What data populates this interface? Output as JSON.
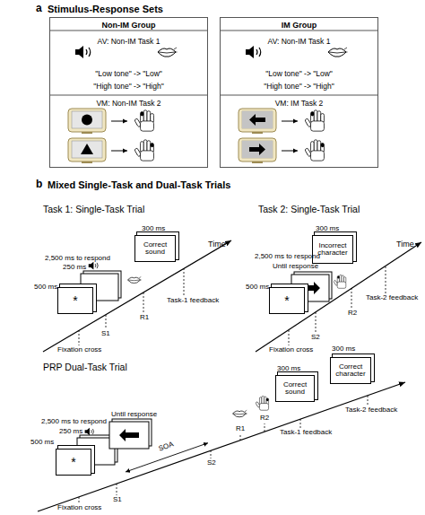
{
  "diagram": {
    "nodes": [
      {
        "text": [
          "Non-IM Group",
          "AV: Non-IM Task 1",
          "\"Low tone\" -> \"Low\"",
          "\"High tone\" -> \"High\"",
          "VM: Non-IM Task 2"
        ]
      },
      {
        "text": [
          "IM Group",
          "AV: Non-IM Task 1",
          "\"Low tone\" -> \"Low\"",
          "\"High tone\" -> \"High\"",
          "VM: IM Task 2"
        ]
      },
      {
        "text": [
          "*"
        ]
      },
      {
        "text": [
          "Correct sound"
        ]
      },
      {
        "text": [
          "*"
        ]
      },
      {
        "text": [
          "Incorrect character"
        ]
      },
      {
        "text": [
          "*"
        ]
      },
      {
        "text": [
          "Correct sound"
        ]
      },
      {
        "text": [
          "Correct character"
        ]
      }
    ],
    "labels": [
      "a",
      "Stimulus-Response Sets",
      "b",
      "Mixed Single-Task and Dual-Task Trials",
      "Task 1: Single-Task Trial",
      "2,500 ms to respond",
      "250 ms",
      "500 ms",
      "300 ms",
      "Time",
      "S1",
      "R1",
      "Task-1 feedback",
      "Fixation cross",
      "Task 2: Single-Task Trial",
      "2,500 ms to respond",
      "Until response",
      "500 ms",
      "300 ms",
      "Time",
      "S2",
      "R2",
      "Task-2 feedback",
      "Fixation cross",
      "PRP Dual-Task Trial",
      "2,500 ms to respond",
      "250 ms",
      "500 ms",
      "Until response",
      "SOA",
      "S1",
      "S2",
      "R1",
      "R2",
      "300 ms",
      "300 ms",
      "Task-1 feedback",
      "Task-2 feedback",
      "Fixation cross"
    ]
  }
}
